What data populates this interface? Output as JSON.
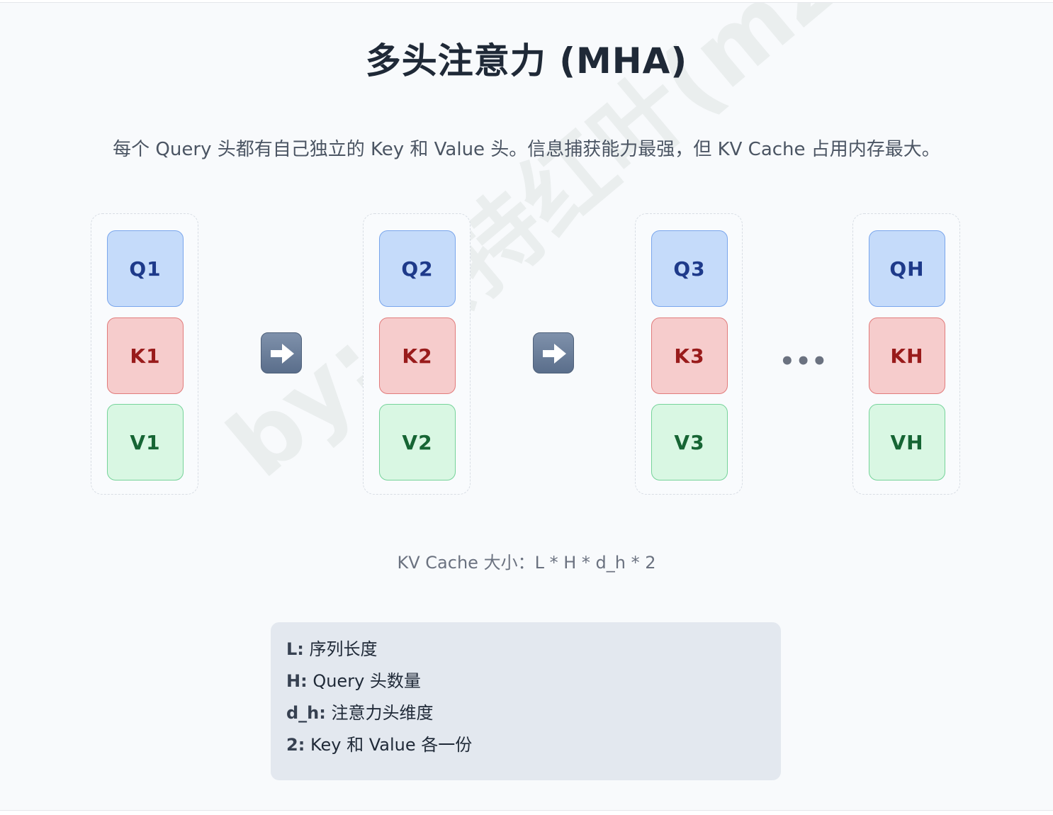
{
  "title": "多头注意力 (MHA)",
  "subtitle": "每个 Query 头都有自己独立的 Key 和 Value 头。信息捕获能力最强，但 KV Cache 占用内存最大。",
  "heads": [
    {
      "q": "Q1",
      "k": "K1",
      "v": "V1"
    },
    {
      "q": "Q2",
      "k": "K2",
      "v": "V2"
    },
    {
      "q": "Q3",
      "k": "K3",
      "v": "V3"
    },
    {
      "q": "QH",
      "k": "KH",
      "v": "VH"
    }
  ],
  "ellipsis": "•••",
  "formula": "KV Cache 大小：L * H * d_h * 2",
  "legend": [
    {
      "key": "L:",
      "text": "序列长度"
    },
    {
      "key": "H:",
      "text": "Query 头数量"
    },
    {
      "key": "d_h:",
      "text": "注意力头维度"
    },
    {
      "key": "2:",
      "text": "Key 和 Value 各一份"
    }
  ],
  "watermark": "by: 亲持红叶(mzc)",
  "icons": {
    "arrow": "right-arrow-icon"
  },
  "colors": {
    "query_fill": "#c5dbfa",
    "key_fill": "#f6cccc",
    "value_fill": "#d9f7e3",
    "background": "#f8fafc",
    "legend_bg": "#e3e8ef"
  }
}
